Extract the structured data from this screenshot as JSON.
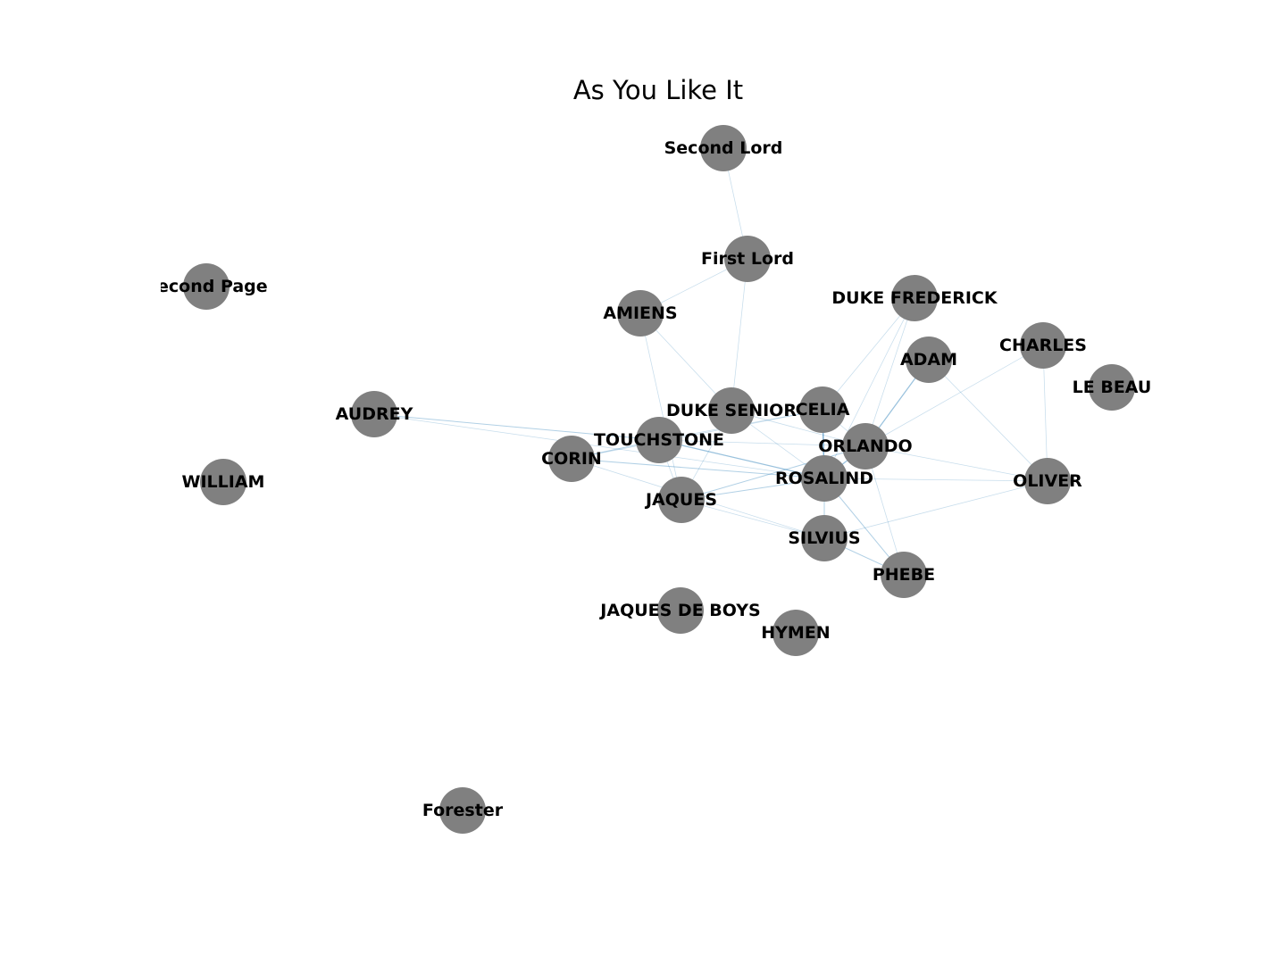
{
  "title": "As You Like It",
  "colors": {
    "node_fill": "#808080",
    "label_text": "#000000",
    "edge": "#1f77b4",
    "background": "#ffffff"
  },
  "nodes": [
    {
      "id": "second-lord",
      "label": "Second Lord"
    },
    {
      "id": "first-lord",
      "label": "First Lord"
    },
    {
      "id": "second-page",
      "label": "Second Page"
    },
    {
      "id": "amiens",
      "label": "AMIENS"
    },
    {
      "id": "duke-frederick",
      "label": "DUKE FREDERICK"
    },
    {
      "id": "adam",
      "label": "ADAM"
    },
    {
      "id": "charles",
      "label": "CHARLES"
    },
    {
      "id": "le-beau",
      "label": "LE BEAU"
    },
    {
      "id": "audrey",
      "label": "AUDREY"
    },
    {
      "id": "duke-senior",
      "label": "DUKE SENIOR"
    },
    {
      "id": "celia",
      "label": "CELIA"
    },
    {
      "id": "touchstone",
      "label": "TOUCHSTONE"
    },
    {
      "id": "orlando",
      "label": "ORLANDO"
    },
    {
      "id": "corin",
      "label": "CORIN"
    },
    {
      "id": "rosalind",
      "label": "ROSALIND"
    },
    {
      "id": "oliver",
      "label": "OLIVER"
    },
    {
      "id": "william",
      "label": "WILLIAM"
    },
    {
      "id": "jaques",
      "label": "JAQUES"
    },
    {
      "id": "silvius",
      "label": "SILVIUS"
    },
    {
      "id": "phebe",
      "label": "PHEBE"
    },
    {
      "id": "jaques-de-boys",
      "label": "JAQUES DE BOYS"
    },
    {
      "id": "hymen",
      "label": "HYMEN"
    },
    {
      "id": "forester",
      "label": "Forester"
    }
  ],
  "edges": [
    {
      "source": "second-lord",
      "target": "first-lord",
      "weight": 1
    },
    {
      "source": "first-lord",
      "target": "amiens",
      "weight": 1
    },
    {
      "source": "first-lord",
      "target": "duke-senior",
      "weight": 1
    },
    {
      "source": "amiens",
      "target": "duke-senior",
      "weight": 1
    },
    {
      "source": "amiens",
      "target": "jaques",
      "weight": 1
    },
    {
      "source": "duke-frederick",
      "target": "celia",
      "weight": 1
    },
    {
      "source": "duke-frederick",
      "target": "rosalind",
      "weight": 1
    },
    {
      "source": "duke-frederick",
      "target": "orlando",
      "weight": 1
    },
    {
      "source": "adam",
      "target": "orlando",
      "weight": 3
    },
    {
      "source": "adam",
      "target": "oliver",
      "weight": 1
    },
    {
      "source": "charles",
      "target": "orlando",
      "weight": 1
    },
    {
      "source": "charles",
      "target": "oliver",
      "weight": 1
    },
    {
      "source": "audrey",
      "target": "touchstone",
      "weight": 2
    },
    {
      "source": "audrey",
      "target": "rosalind",
      "weight": 1
    },
    {
      "source": "duke-senior",
      "target": "orlando",
      "weight": 1
    },
    {
      "source": "duke-senior",
      "target": "rosalind",
      "weight": 1
    },
    {
      "source": "duke-senior",
      "target": "jaques",
      "weight": 1
    },
    {
      "source": "celia",
      "target": "rosalind",
      "weight": 4
    },
    {
      "source": "celia",
      "target": "orlando",
      "weight": 1
    },
    {
      "source": "celia",
      "target": "touchstone",
      "weight": 1
    },
    {
      "source": "touchstone",
      "target": "rosalind",
      "weight": 3
    },
    {
      "source": "touchstone",
      "target": "orlando",
      "weight": 1
    },
    {
      "source": "touchstone",
      "target": "corin",
      "weight": 2
    },
    {
      "source": "touchstone",
      "target": "jaques",
      "weight": 1
    },
    {
      "source": "corin",
      "target": "rosalind",
      "weight": 2
    },
    {
      "source": "corin",
      "target": "celia",
      "weight": 1
    },
    {
      "source": "corin",
      "target": "silvius",
      "weight": 1
    },
    {
      "source": "rosalind",
      "target": "orlando",
      "weight": 3
    },
    {
      "source": "rosalind",
      "target": "jaques",
      "weight": 2
    },
    {
      "source": "rosalind",
      "target": "silvius",
      "weight": 2
    },
    {
      "source": "rosalind",
      "target": "phebe",
      "weight": 2
    },
    {
      "source": "rosalind",
      "target": "oliver",
      "weight": 1
    },
    {
      "source": "orlando",
      "target": "jaques",
      "weight": 2
    },
    {
      "source": "orlando",
      "target": "oliver",
      "weight": 1
    },
    {
      "source": "orlando",
      "target": "phebe",
      "weight": 1
    },
    {
      "source": "silvius",
      "target": "phebe",
      "weight": 2
    },
    {
      "source": "oliver",
      "target": "silvius",
      "weight": 1
    },
    {
      "source": "jaques",
      "target": "silvius",
      "weight": 1
    }
  ]
}
